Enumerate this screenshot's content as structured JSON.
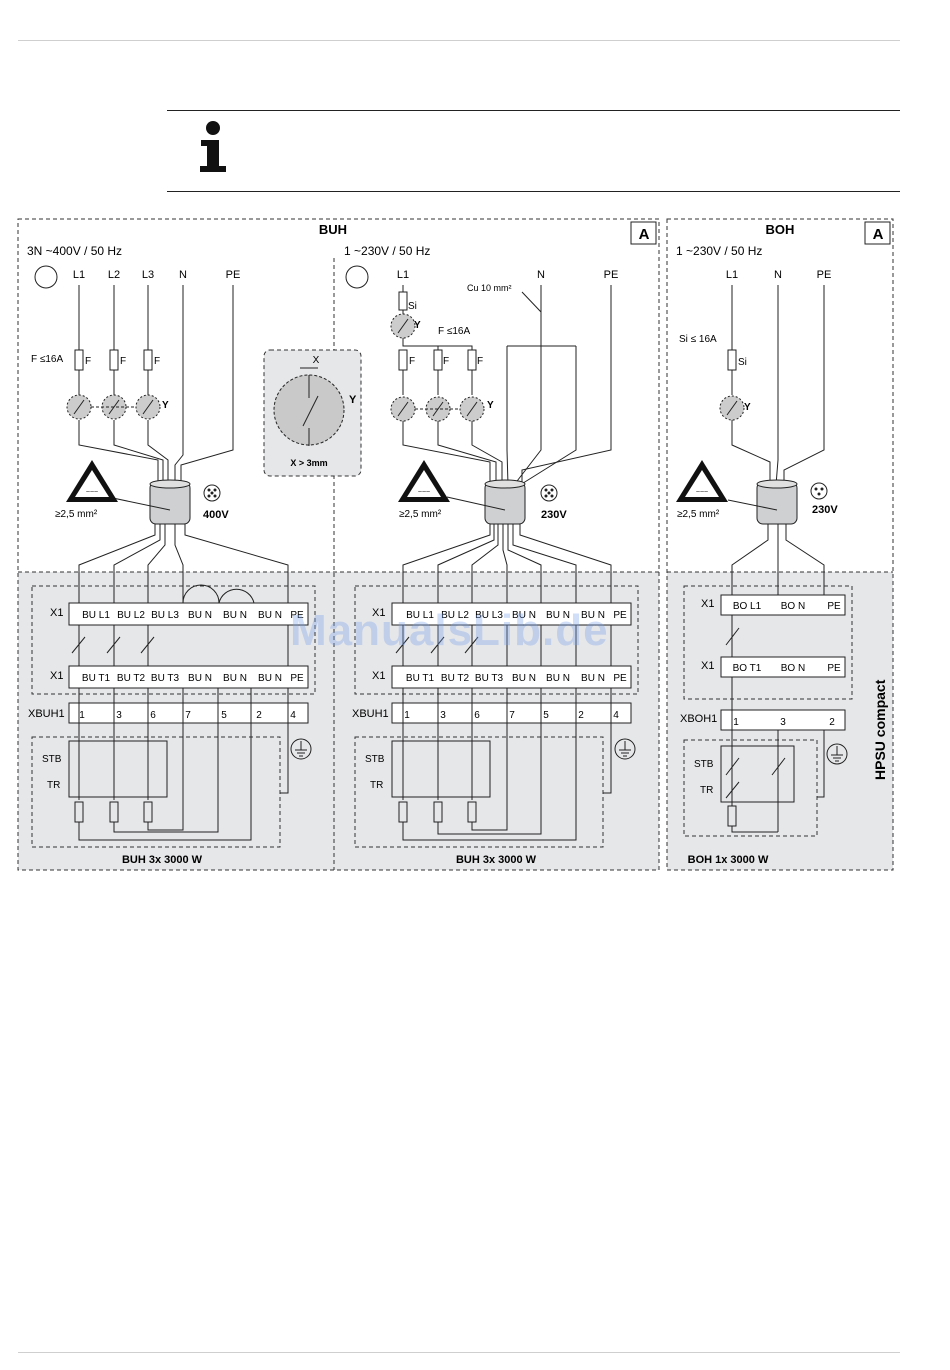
{
  "page": {
    "colors": {
      "panel_fill": "#e6e7e9",
      "line": "#1a1a1a",
      "accent_watermark": "#7aa0eb"
    },
    "note_icon": "info-icon"
  },
  "watermark": "ManualsLib.de",
  "buh": {
    "title": "BUH",
    "corner_label": "A",
    "left": {
      "supply": "3N ~400V / 50 Hz",
      "terminals": [
        "L1",
        "L2",
        "L3",
        "N",
        "PE"
      ],
      "fuse_label": "F ≤16A",
      "fuse_letter": "F",
      "switch_letter": "Y",
      "cable_cross_section": "≥2,5 mm²",
      "voltage": "400V",
      "x1_top": [
        "BU L1",
        "BU L2",
        "BU L3",
        "BU N",
        "BU N",
        "BU N",
        "PE"
      ],
      "x1_bottom": [
        "BU T1",
        "BU T2",
        "BU T3",
        "BU N",
        "BU N",
        "BU N",
        "PE"
      ],
      "xbuh1": [
        "1",
        "3",
        "6",
        "7",
        "5",
        "2",
        "4"
      ],
      "caption": "BUH 3x 3000 W"
    },
    "detail": {
      "x_label": "X",
      "y_label": "Y",
      "caption": "X > 3mm"
    },
    "right": {
      "supply": "1 ~230V / 50 Hz",
      "terminals": [
        "L1",
        "N",
        "PE"
      ],
      "cu_label": "Cu 10 mm²",
      "si_label": "Si",
      "fuse_label": "F ≤16A",
      "fuse_letter": "F",
      "switch_letter": "Y",
      "cable_cross_section": "≥2,5 mm²",
      "voltage": "230V",
      "x1_top": [
        "BU L1",
        "BU L2",
        "BU L3",
        "BU N",
        "BU N",
        "BU N",
        "PE"
      ],
      "x1_bottom": [
        "BU T1",
        "BU T2",
        "BU T3",
        "BU N",
        "BU N",
        "BU N",
        "PE"
      ],
      "xbuh1": [
        "1",
        "3",
        "6",
        "7",
        "5",
        "2",
        "4"
      ],
      "caption": "BUH 3x 3000 W"
    }
  },
  "boh": {
    "title": "BOH",
    "corner_label": "A",
    "supply": "1 ~230V / 50 Hz",
    "terminals": [
      "L1",
      "N",
      "PE"
    ],
    "si_label": "Si ≤ 16A",
    "si_letter": "Si",
    "switch_letter": "Y",
    "cable_cross_section": "≥2,5 mm²",
    "voltage": "230V",
    "x1_top": [
      "BO L1",
      "BO N",
      "PE"
    ],
    "x1_bottom": [
      "BO T1",
      "BO N",
      "PE"
    ],
    "xboh1": [
      "1",
      "3",
      "2"
    ],
    "caption": "BOH 1x 3000 W"
  },
  "labels": {
    "x1": "X1",
    "xbuh1": "XBUH1",
    "xboh1": "XBOH1",
    "stb": "STB",
    "tr": "TR"
  },
  "side_label": "HPSU compact"
}
